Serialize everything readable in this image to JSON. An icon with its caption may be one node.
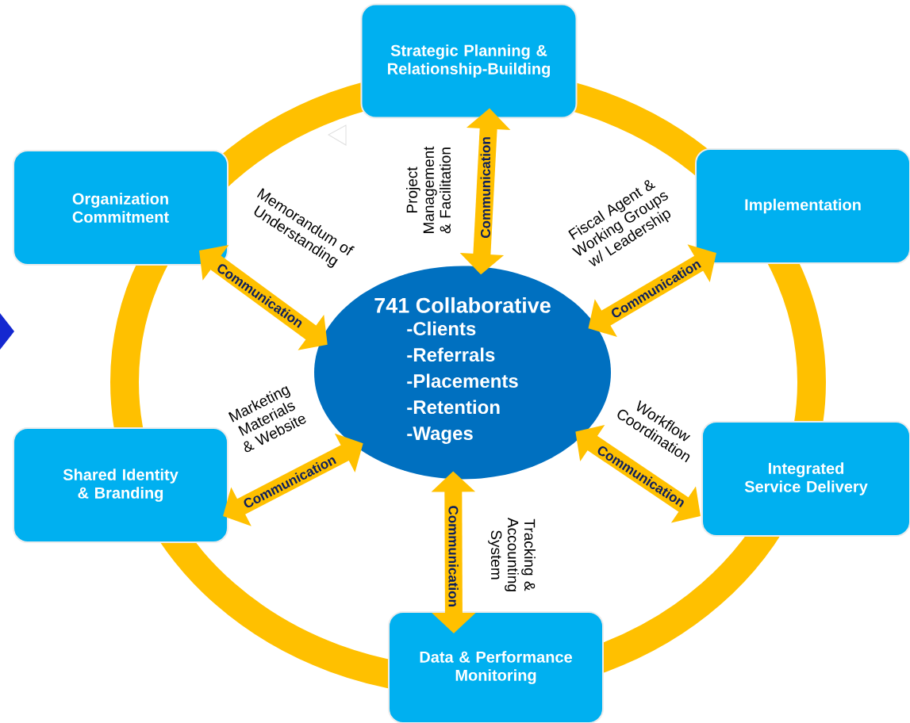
{
  "diagram": {
    "nodes": [
      {
        "text": [
          "741 Collaborative",
          "-Clients",
          "-Referrals",
          "-Placements",
          "-Retention",
          "-Wages"
        ]
      },
      {
        "text": [
          "Strategic Planning & Relationship-Building"
        ]
      },
      {
        "text": [
          "Implementation"
        ]
      },
      {
        "text": [
          "Integrated Service Delivery"
        ]
      },
      {
        "text": [
          "Data & Performance Monitoring"
        ]
      },
      {
        "text": [
          "Shared Identity & Branding"
        ]
      },
      {
        "text": [
          "Organization Commitment"
        ]
      }
    ],
    "edges": [
      {
        "from": 0,
        "to": 1,
        "arrow": "both",
        "label": "Communication"
      },
      {
        "from": 0,
        "to": 2,
        "arrow": "both",
        "label": "Communication"
      },
      {
        "from": 0,
        "to": 3,
        "arrow": "both",
        "label": "Communication"
      },
      {
        "from": 0,
        "to": 4,
        "arrow": "both",
        "label": "Communication"
      },
      {
        "from": 0,
        "to": 5,
        "arrow": "both",
        "label": "Communication"
      },
      {
        "from": 0,
        "to": 6,
        "arrow": "both",
        "label": "Communication"
      }
    ],
    "labels": [
      "Project Management & Facilitation",
      "Memorandum of Understanding",
      "Fiscal Agent & Working Groups w/ Leadership",
      "Marketing Materials & Website",
      "Workflow Coordination",
      "Tracking & Accounting System"
    ]
  }
}
